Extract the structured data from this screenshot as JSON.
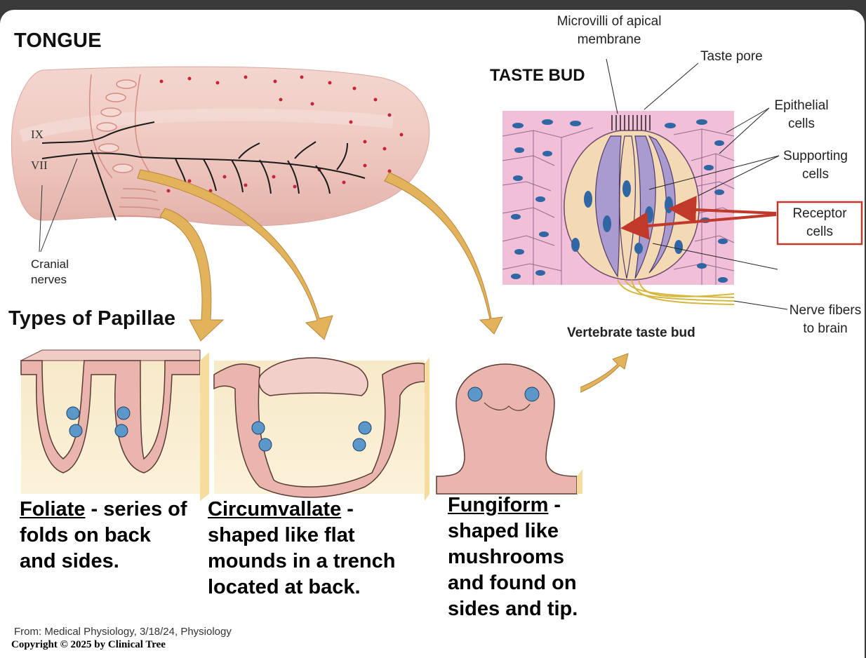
{
  "headings": {
    "tongue": "TONGUE",
    "taste_bud": "TASTE BUD",
    "types": "Types of Papillae"
  },
  "tongue_labels": {
    "ix": "IX",
    "vii": "VII",
    "cranial_1": "Cranial",
    "cranial_2": "nerves"
  },
  "taste_bud_labels": {
    "microvilli_1": "Microvilli of apical",
    "microvilli_2": "membrane",
    "taste_pore": "Taste pore",
    "epithelial_1": "Epithelial",
    "epithelial_2": "cells",
    "supporting_1": "Supporting",
    "supporting_2": "cells",
    "receptor_1": "Receptor",
    "receptor_2": "cells",
    "nerve_1": "Nerve fibers",
    "nerve_2": "to brain",
    "figure_caption": "Vertebrate taste bud"
  },
  "papillae": [
    {
      "name": "Foliate",
      "desc": " - series of folds on back and sides."
    },
    {
      "name": "Circumvallate",
      "desc": " - shaped like flat mounds in a trench located at back."
    },
    {
      "name": "Fungiform",
      "desc": " - shaped like mushrooms and found on sides and tip."
    }
  ],
  "footer": {
    "source": "From: Medical Physiology, 3/18/24, Physiology",
    "copyright": "Copyright © 2025 by Clinical Tree"
  },
  "colors": {
    "tongue": "#efcdc6",
    "dots": "#c2263b",
    "arrow": "#e3b35b",
    "receptor_cell": "#a99ad0",
    "supporting_cell": "#f4d9b5",
    "epithelium": "#f1bfd8",
    "nucleus": "#2f66a3",
    "highlight_box": "#c0392b"
  }
}
